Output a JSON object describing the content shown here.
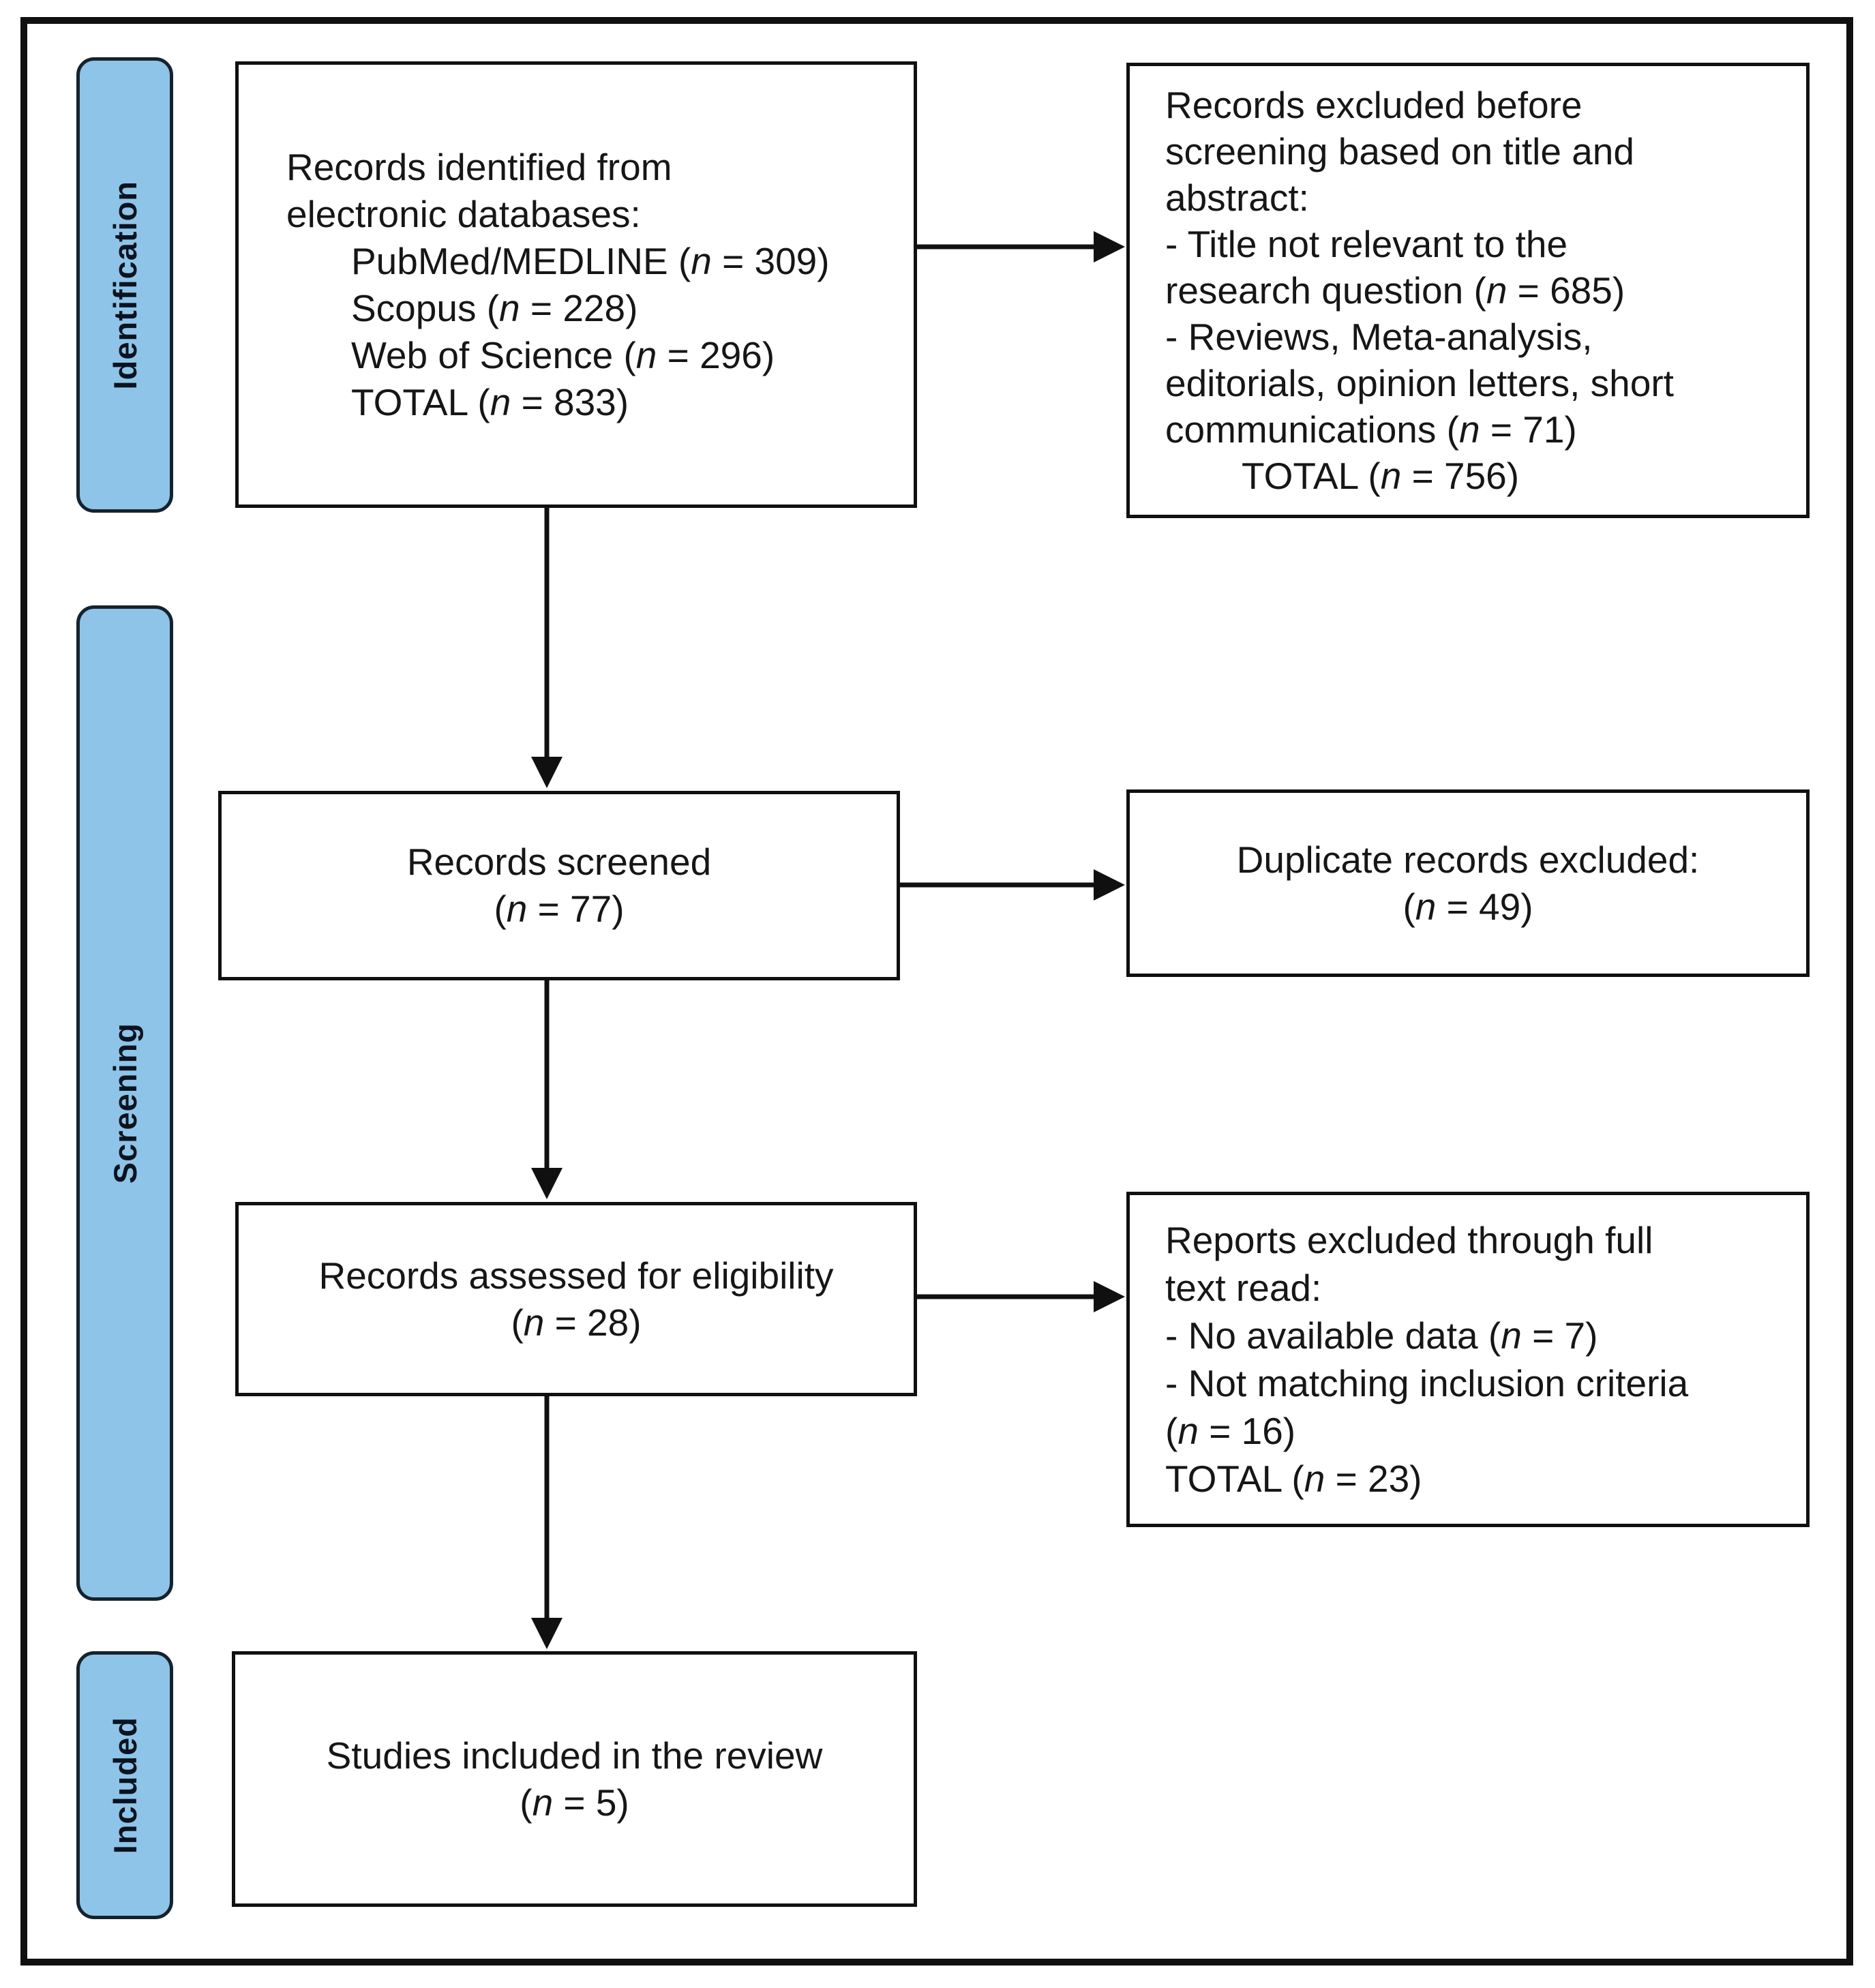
{
  "sidebar": {
    "identification_label": "Identification",
    "screening_label": "Screening",
    "included_label": "Included"
  },
  "boxes": {
    "records_identified": {
      "intro_lines": [
        "Records identified from",
        "electronic databases:"
      ],
      "items": [
        "PubMed/MEDLINE (n = 309)",
        "Scopus (n = 228)",
        "Web of Science (n = 296)",
        "TOTAL (n = 833)"
      ]
    },
    "excluded_before_screening": {
      "lines": [
        "Records excluded before",
        "screening based on title and",
        "abstract:",
        "- Title not relevant to the",
        "research question (n = 685)",
        "- Reviews, Meta-analysis,",
        "editorials, opinion letters, short",
        "communications (n = 71)"
      ],
      "total_line": "TOTAL (n = 756)"
    },
    "records_screened": {
      "lines": [
        "Records screened",
        "(n = 77)"
      ]
    },
    "duplicates_excluded": {
      "lines": [
        "Duplicate records excluded:",
        "(n = 49)"
      ]
    },
    "records_assessed": {
      "lines": [
        "Records assessed for eligibility",
        "(n = 28)"
      ]
    },
    "reports_excluded": {
      "lines": [
        "Reports excluded through full",
        "text read:",
        "- No available data (n = 7)",
        "- Not matching inclusion criteria",
        "(n = 16)",
        "TOTAL (n = 23)"
      ]
    },
    "studies_included": {
      "lines": [
        "Studies included in the review",
        "(n = 5)"
      ]
    }
  },
  "colors": {
    "stage_fill": "#8EC4E8",
    "stage_border": "#16222c",
    "box_border": "#101010",
    "frame_border": "#101010",
    "text_color": "#161616"
  }
}
